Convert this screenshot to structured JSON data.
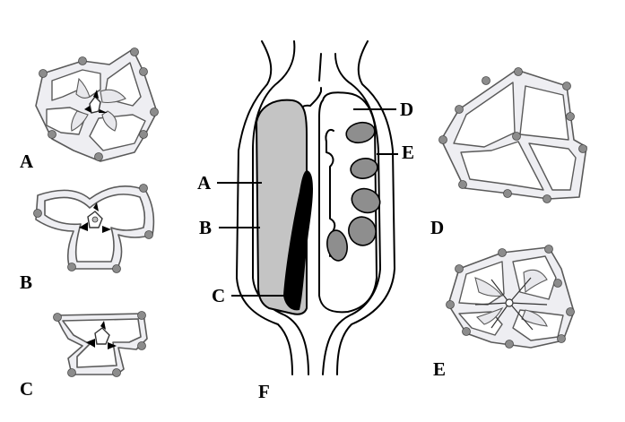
{
  "labels": {
    "left_a": "A",
    "left_b": "B",
    "left_c": "C",
    "center_a": "A",
    "center_b": "B",
    "center_c": "C",
    "center_d": "D",
    "center_e": "E",
    "center_f": "F",
    "right_d": "D",
    "right_e": "E"
  },
  "colors": {
    "outline": "#000000",
    "wall_fill": "#eeeef2",
    "wall_stroke": "#5a5a5a",
    "node": "#8c8c8c",
    "light_gray": "#c4c4c4",
    "oval_gray": "#8e8e8e",
    "black_body": "#000000"
  }
}
